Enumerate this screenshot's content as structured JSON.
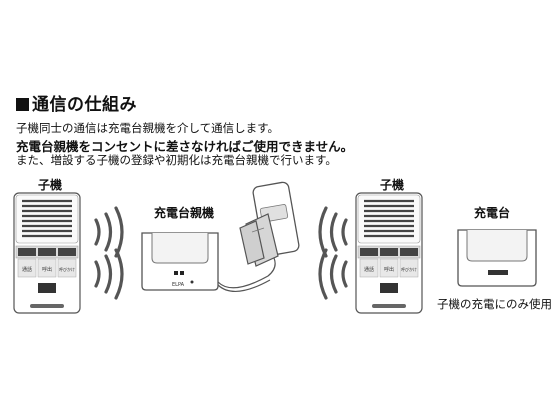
{
  "section": {
    "title": "通信の仕組み",
    "lines": [
      "子機同士の通信は充電台親機を介して通信します。",
      "充電台親機をコンセントに差さなければご使用できません。",
      "また、増設する子機の登録や初期化は充電台親機で行います。"
    ]
  },
  "labels": {
    "handset_left": "子機",
    "base_parent": "充電台親機",
    "handset_right": "子機",
    "charger": "充電台"
  },
  "caption": "子機の充電にのみ使用",
  "devices": {
    "base_brand": "ELPA",
    "handset_buttons": [
      "通話",
      "呼出",
      "呼びかけ"
    ]
  }
}
